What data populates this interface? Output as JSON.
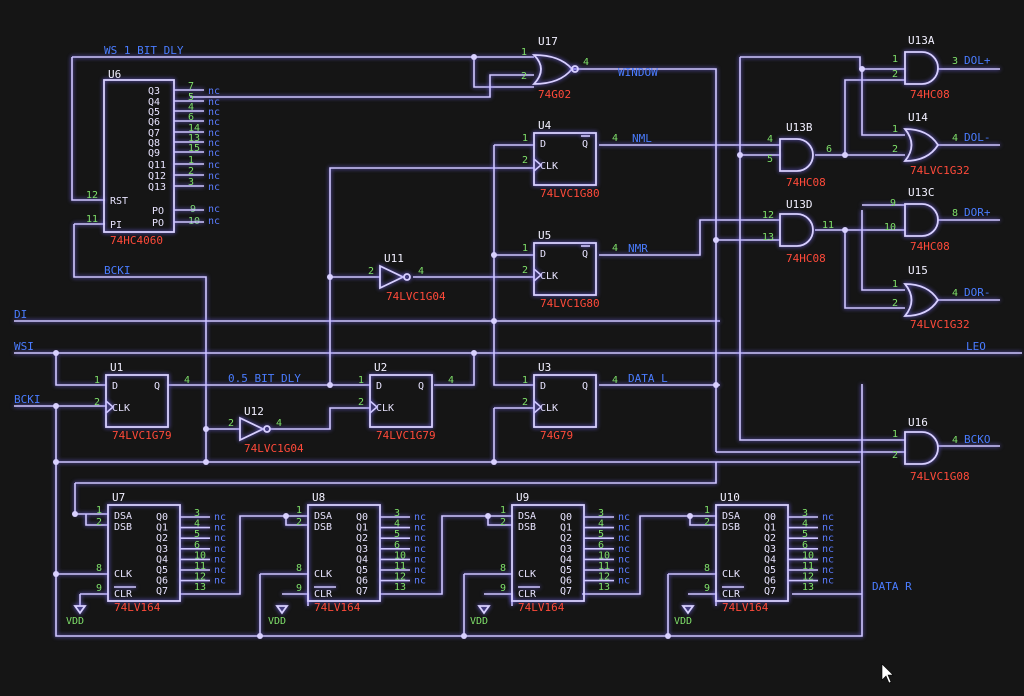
{
  "nets": {
    "ws_1bit": "WS 1 BIT DLY",
    "window": "WINDOW",
    "nml": "NML",
    "nmr": "NMR",
    "bcki_top": "BCKI",
    "di": "DI",
    "wsi": "WSI",
    "bcki": "BCKI",
    "half_bit": "0.5 BIT DLY",
    "data_l": "DATA L",
    "data_r": "DATA R",
    "leo": "LEO",
    "dol_p": "DOL+",
    "dol_m": "DOL-",
    "dor_p": "DOR+",
    "dor_m": "DOR-",
    "bcko": "BCKO",
    "vdd": "VDD"
  },
  "nc": "nc",
  "u6": {
    "ref": "U6",
    "part": "74HC4060",
    "outs": [
      "Q3",
      "Q4",
      "Q5",
      "Q6",
      "Q7",
      "Q8",
      "Q9",
      "Q11",
      "Q12",
      "Q13"
    ],
    "out_pins": [
      "7",
      "5",
      "4",
      "6",
      "14",
      "13",
      "15",
      "1",
      "2",
      "3"
    ],
    "rst": "RST",
    "rst_pin": "12",
    "pi": "PI",
    "pi_pin": "11",
    "po1": "PO",
    "po1_pin": "9",
    "po2": "PO",
    "po2_pin": "10"
  },
  "gates": {
    "u17": {
      "ref": "U17",
      "part": "74G02"
    },
    "u11": {
      "ref": "U11",
      "part": "74LVC1G04"
    },
    "u12": {
      "ref": "U12",
      "part": "74LVC1G04"
    },
    "u13a": {
      "ref": "U13A",
      "part": "74HC08"
    },
    "u13b": {
      "ref": "U13B",
      "part": "74HC08"
    },
    "u13c": {
      "ref": "U13C",
      "part": "74HC08"
    },
    "u13d": {
      "ref": "U13D",
      "part": "74HC08"
    },
    "u14": {
      "ref": "U14",
      "part": "74LVC1G32"
    },
    "u15": {
      "ref": "U15",
      "part": "74LVC1G32"
    },
    "u16": {
      "ref": "U16",
      "part": "74LVC1G08"
    }
  },
  "flops": {
    "u1": {
      "ref": "U1",
      "part": "74LVC1G79"
    },
    "u2": {
      "ref": "U2",
      "part": "74LVC1G79"
    },
    "u3": {
      "ref": "U3",
      "part": "74G79"
    },
    "u4": {
      "ref": "U4",
      "part": "74LVC1G80"
    },
    "u5": {
      "ref": "U5",
      "part": "74LVC1G80"
    }
  },
  "ff_pins": {
    "d": "D",
    "clk": "CLK",
    "q": "Q",
    "qb": "Q"
  },
  "pinnums": {
    "one": "1",
    "two": "2",
    "three": "3",
    "four": "4",
    "five": "5",
    "six": "6",
    "eight": "8",
    "nine": "9",
    "ten": "10",
    "eleven": "11",
    "twelve": "12",
    "thirteen": "13"
  },
  "shift": {
    "refs": [
      "U7",
      "U8",
      "U9",
      "U10"
    ],
    "part": "74LV164",
    "dsa": "DSA",
    "dsb": "DSB",
    "clk": "CLK",
    "clr": "CLR",
    "outs": [
      "Q0",
      "Q1",
      "Q2",
      "Q3",
      "Q4",
      "Q5",
      "Q6",
      "Q7"
    ],
    "out_pins": [
      "3",
      "4",
      "5",
      "6",
      "10",
      "11",
      "12",
      "13"
    ]
  }
}
